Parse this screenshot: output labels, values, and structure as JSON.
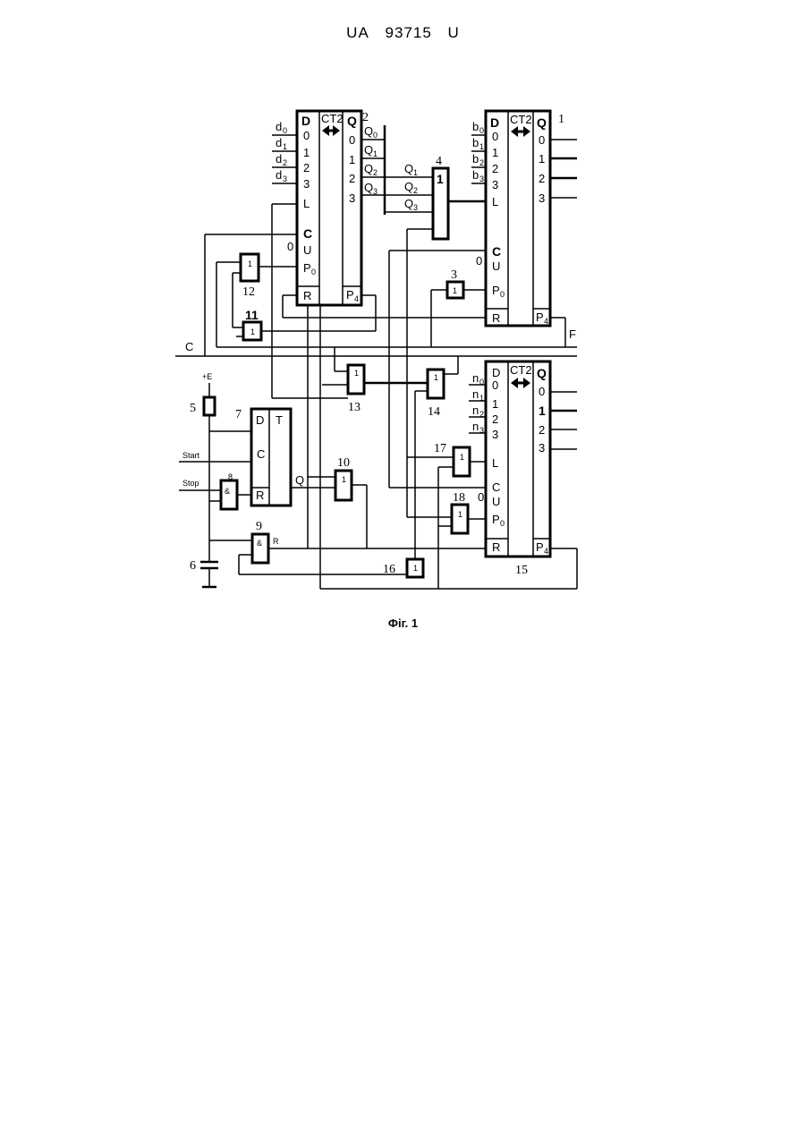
{
  "header": {
    "office": "UA",
    "number": "93715",
    "kind": "U"
  },
  "caption": "Фіг. 1",
  "counter2": {
    "ref": "2",
    "ct": "CT2",
    "inputs": [
      "D",
      "0",
      "1",
      "2",
      "3",
      "L",
      "C",
      "U",
      "P",
      "R"
    ],
    "outputs": [
      "Q",
      "0",
      "1",
      "2",
      "3",
      "P"
    ],
    "data": [
      "d",
      "d",
      "d",
      "d"
    ],
    "data_sub": [
      "0",
      "1",
      "2",
      "3"
    ],
    "q_out": [
      "Q",
      "Q",
      "Q",
      "Q"
    ],
    "q_sub": [
      "0",
      "1",
      "2",
      "3"
    ],
    "zero": "0",
    "p_sub": "0",
    "p4_sub": "4"
  },
  "counter1": {
    "ref": "1",
    "ct": "CT2",
    "inputs": [
      "D",
      "0",
      "1",
      "2",
      "3",
      "L",
      "C",
      "U",
      "P",
      "R"
    ],
    "outputs": [
      "Q",
      "0",
      "1",
      "2",
      "3",
      "P"
    ],
    "data": [
      "b",
      "b",
      "b",
      "b"
    ],
    "data_sub": [
      "0",
      "1",
      "2",
      "3"
    ],
    "zero": "0",
    "p_sub": "0",
    "p4_sub": "4"
  },
  "counter15": {
    "ref": "15",
    "ct": "CT2",
    "inputs": [
      "D",
      "0",
      "1",
      "2",
      "3",
      "L",
      "C",
      "U",
      "P",
      "R"
    ],
    "outputs": [
      "Q",
      "0",
      "1",
      "2",
      "3",
      "P"
    ],
    "data": [
      "n",
      "n",
      "n",
      "n"
    ],
    "data_sub": [
      "0",
      "1",
      "2",
      "3"
    ],
    "zero": "0",
    "p_sub": "0",
    "p4_sub": "4"
  },
  "gate4": {
    "ref": "4",
    "sym": "1",
    "in": [
      "Q",
      "Q",
      "Q"
    ],
    "in_sub": [
      "1",
      "2",
      "3"
    ]
  },
  "gates": {
    "g3": {
      "ref": "3",
      "sym": "1"
    },
    "g11": {
      "ref": "11",
      "sym": "1"
    },
    "g12": {
      "ref": "12",
      "sym": "1"
    },
    "g13": {
      "ref": "13",
      "sym": "1"
    },
    "g14": {
      "ref": "14",
      "sym": "1"
    },
    "g17": {
      "ref": "17",
      "sym": "1"
    },
    "g18": {
      "ref": "18",
      "sym": "1"
    },
    "g16": {
      "ref": "16",
      "sym": "1"
    },
    "g10": {
      "ref": "10",
      "sym": "1"
    },
    "g8": {
      "ref": "8",
      "sym": "&"
    },
    "g9": {
      "ref": "9",
      "sym": "&",
      "out": "R"
    }
  },
  "trigger7": {
    "ref": "7",
    "d": "D",
    "c": "C",
    "r": "R",
    "t": "T",
    "q": "Q"
  },
  "res5": {
    "ref": "5",
    "supply": "+E"
  },
  "cap6": {
    "ref": "6"
  },
  "signals": {
    "start": "Start",
    "stop": "Stop",
    "c": "C",
    "f": "F"
  }
}
